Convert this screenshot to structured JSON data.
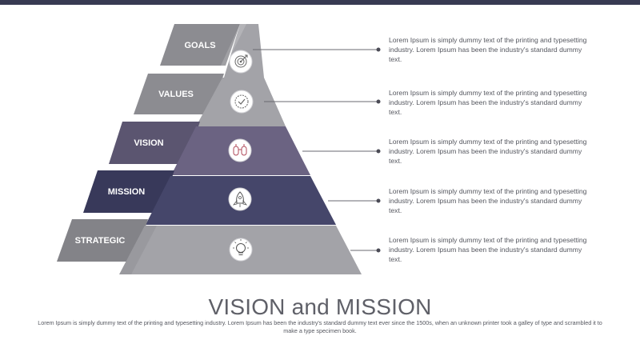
{
  "colors": {
    "top_bar": "#383a52",
    "tier_goals": "#a3a3a8",
    "tier_values": "#a3a3a8",
    "tier_vision": "#6b6382",
    "tier_mission": "#45466a",
    "tier_strategic": "#a3a3a8"
  },
  "pyramid": {
    "tiers": [
      {
        "label": "GOALS",
        "icon": "target-icon",
        "description": "Lorem Ipsum is simply dummy text of the printing and typesetting industry. Lorem Ipsum has been the industry's standard dummy text."
      },
      {
        "label": "VALUES",
        "icon": "checkmark-icon",
        "description": "Lorem Ipsum is simply dummy text of the printing and typesetting industry. Lorem Ipsum has been the industry's standard dummy text."
      },
      {
        "label": "VISION",
        "icon": "binoculars-icon",
        "description": "Lorem Ipsum is simply dummy text of the printing and typesetting industry. Lorem Ipsum has been the industry's standard dummy text."
      },
      {
        "label": "MISSION",
        "icon": "rocket-icon",
        "description": "Lorem Ipsum is simply dummy text of the printing and typesetting industry. Lorem Ipsum has been the industry's standard dummy text."
      },
      {
        "label": "STRATEGIC",
        "icon": "lightbulb-icon",
        "description": "Lorem Ipsum is simply dummy text of the printing and typesetting industry. Lorem Ipsum has been the industry's standard dummy text."
      }
    ]
  },
  "title": "VISION and MISSION",
  "subtitle": "Lorem Ipsum is simply dummy text of the printing and typesetting industry. Lorem Ipsum has been the industry's standard dummy text ever since the 1500s, when an unknown printer took a galley of type and scrambled it to make a type specimen book."
}
